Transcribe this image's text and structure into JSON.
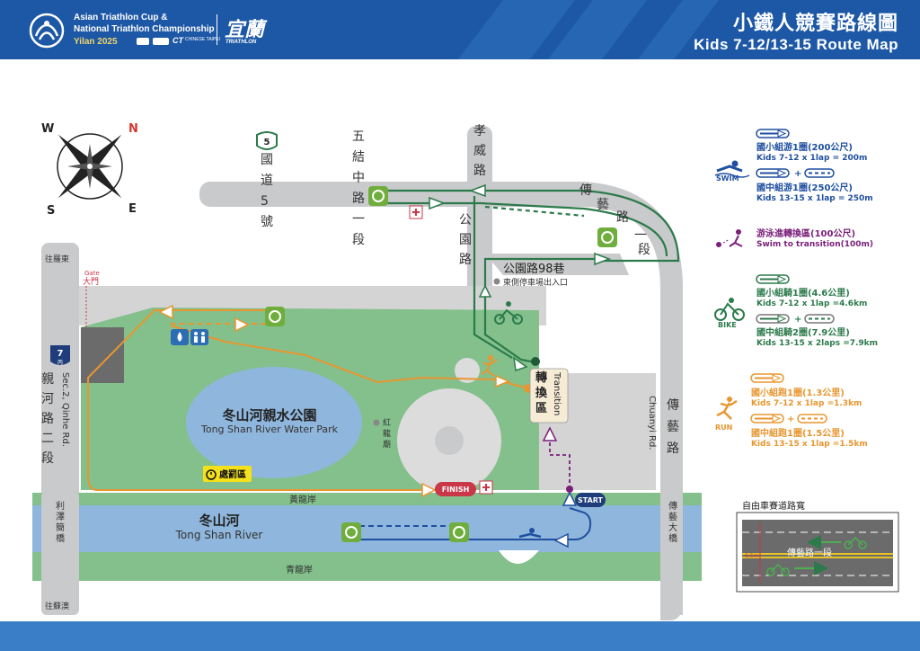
{
  "header": {
    "event_line1": "Asian Triathlon Cup &",
    "event_line2": "National Triathlon Championship",
    "event_line3": "Yilan 2025",
    "sponsor_mark": "CT",
    "sponsor_small": "CHINESE TAIPEI",
    "brand_logo_text": "宜蘭",
    "brand_logo_sub": "TRIATHLON",
    "title_zh": "小鐵人競賽路線圖",
    "title_en": "Kids 7-12/13-15 Route Map"
  },
  "compass": {
    "n": "N",
    "e": "E",
    "s": "S",
    "w": "W"
  },
  "roads": {
    "freeway_no": "5",
    "freeway_name": "國道5號",
    "wujie": "五結中路一段",
    "xiaowei": "孝威路",
    "gongyuan": "公園路",
    "chuanyi_upper": "傳藝路一段",
    "gongyuan98": "公園路98巷",
    "east_parking": "東側停車場出入口",
    "wang_luodong": "往羅東",
    "gate_en": "Gate",
    "gate_zh": "大門",
    "route7_no": "7",
    "route7_sub": "丙",
    "qinhe_zh": "親河路二段",
    "qinhe_en": "Sec.2, Qinhe Rd.",
    "chuanyi_right_zh": "傳藝路",
    "chuanyi_right_en": "Chuanyi Rd.",
    "lize_bridge": "利澤簡橋",
    "wang_suao": "往蘇澳",
    "huanglong": "黃龍岸",
    "qinglong": "青龍岸",
    "chuanyi_bridge": "傳藝大橋"
  },
  "places": {
    "park_zh": "冬山河親水公園",
    "park_en": "Tong Shan River Water Park",
    "river_zh": "冬山河",
    "river_en": "Tong Shan River",
    "temple_zh": "紅龍廟",
    "penalty": "處罰區",
    "transition_zh": "轉換區",
    "transition_en": "Transition",
    "finish": "FINISH",
    "start": "START"
  },
  "legend": {
    "swim_label": "SWIM",
    "swim_1_zh": "國小組游1圈(200公尺)",
    "swim_1_en": "Kids 7-12 x 1lap = 200m",
    "swim_2_zh": "國中組游1圈(250公尺)",
    "swim_2_en": "Kids 13-15 x 1lap = 250m",
    "t_zh": "游泳進轉換區(100公尺)",
    "t_en": "Swim to transition(100m)",
    "bike_label": "BIKE",
    "bike_1_zh": "國小組騎1圈(4.6公里)",
    "bike_1_en": "Kids 7-12 x 1lap =4.6km",
    "bike_2_zh": "國中組騎2圈(7.9公里)",
    "bike_2_en": "Kids 13-15 x 2laps =7.9km",
    "run_label": "RUN",
    "run_1_zh": "國小組跑1圈(1.3公里)",
    "run_1_en": "Kids 7-12 x 1lap =1.3km",
    "run_2_zh": "國中組跑1圈(1.5公里)",
    "run_2_en": "Kids 13-15 x 1lap =1.5km",
    "plus": "+",
    "inset_title": "自由車賽道路寬",
    "inset_road": "傳藝路一段",
    "inset_width": "6.5m"
  },
  "colors": {
    "header_blue": "#1d58a6",
    "swim_blue": "#1f4fa0",
    "bike_green": "#2c7a4b",
    "run_orange": "#e8962f",
    "transition_purple": "#7a1f7a",
    "road_gray": "#c9cacb",
    "grass_green": "#83c08c",
    "water_blue": "#8fb6dc"
  }
}
